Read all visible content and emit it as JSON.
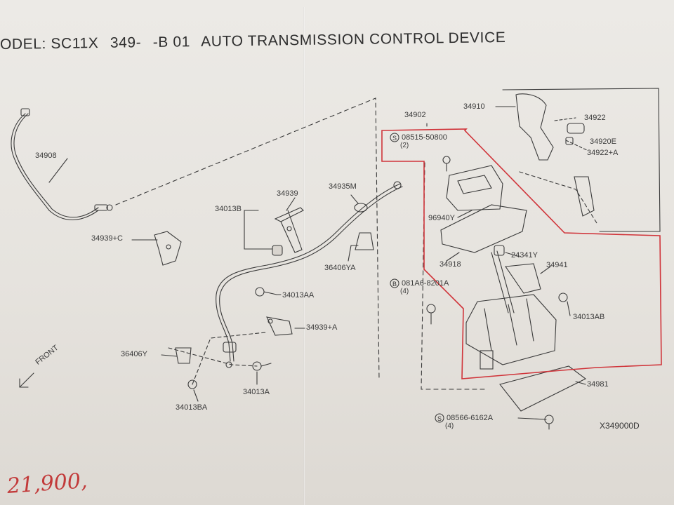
{
  "title": {
    "model": "ODEL: SC11X",
    "section": "349-",
    "variant": "-B 01",
    "name": "AUTO TRANSMISSION CONTROL DEVICE"
  },
  "parts": {
    "cable": "34908",
    "bracket_b": "34013B",
    "bracket_939": "34939",
    "cable_m": "34935M",
    "bracket_c": "34939+C",
    "clip_ya": "36406YA",
    "bolt_aa": "34013AA",
    "bracket_a": "34939+A",
    "clip_y": "36406Y",
    "bolt_a": "34013A",
    "bolt_ba": "34013BA",
    "assembly": "34902",
    "screw_1": "08515-50800",
    "screw_1_qty": "(2)",
    "indicator": "96940Y",
    "plate": "34918",
    "knob_assy": "34910",
    "knob_part": "34922",
    "knob_e": "34920E",
    "knob_a": "34922+A",
    "bushing": "24341Y",
    "cover": "34941",
    "bolt_2": "081A6-8201A",
    "bolt_2_qty": "(4)",
    "bolt_ab": "34013AB",
    "plate_bottom": "34981",
    "screw_3": "08566-6162A",
    "screw_3_qty": "(4)"
  },
  "symbols": {
    "s": "S",
    "b": "B"
  },
  "front_label": "FRONT",
  "figure_code": "X349000D",
  "handwritten": "21,900,",
  "colors": {
    "paper": "#e8e5e0",
    "ink": "#333333",
    "red_outline": "#d0343a",
    "handwriting": "#c23a3a"
  }
}
